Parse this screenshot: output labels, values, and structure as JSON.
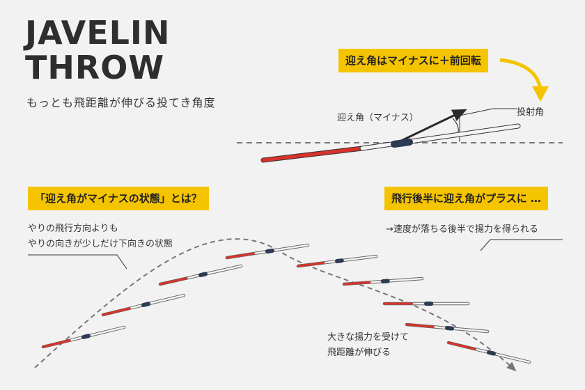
{
  "title": {
    "line1": "JAVELIN",
    "line2": "THROW"
  },
  "subtitle": "もっとも飛距離が伸びる投てき角度",
  "top_callout": {
    "tag": "迎え角はマイナスに＋前回転",
    "attack_label": "迎え角（マイナス）",
    "projection_label": "投射角"
  },
  "left_callout": {
    "tag": "「迎え角がマイナスの状態」とは？",
    "line1": "やりの飛行方向よりも",
    "line2": "やりの向きが少しだけ下向きの状態"
  },
  "right_callout": {
    "tag": "飛行後半に迎え角がプラスに …",
    "line1": "→速度が落ちる後半で揚力を得られる"
  },
  "lift_note": {
    "line1": "大きな揚力を受けて",
    "line2": "飛距離が伸びる"
  },
  "colors": {
    "accent": "#f5c400",
    "javelin_red": "#d9322a",
    "javelin_shaft": "#f4f4f4",
    "grip": "#2c3a52",
    "trajectory": "#777777",
    "background": "#f2f2f2"
  }
}
